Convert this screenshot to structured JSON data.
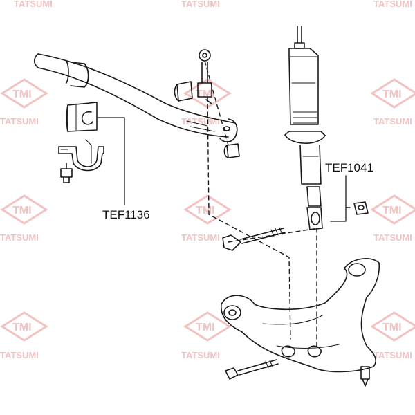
{
  "watermark": {
    "brand": "TATSUMI",
    "logo": "TMI",
    "color": "#f0b8b8"
  },
  "labels": {
    "stabilizer_bushing": "TEF1136",
    "shock_lower_bushing": "TEF1041"
  },
  "colors": {
    "line": "#1a1a1a",
    "background": "#ffffff"
  }
}
